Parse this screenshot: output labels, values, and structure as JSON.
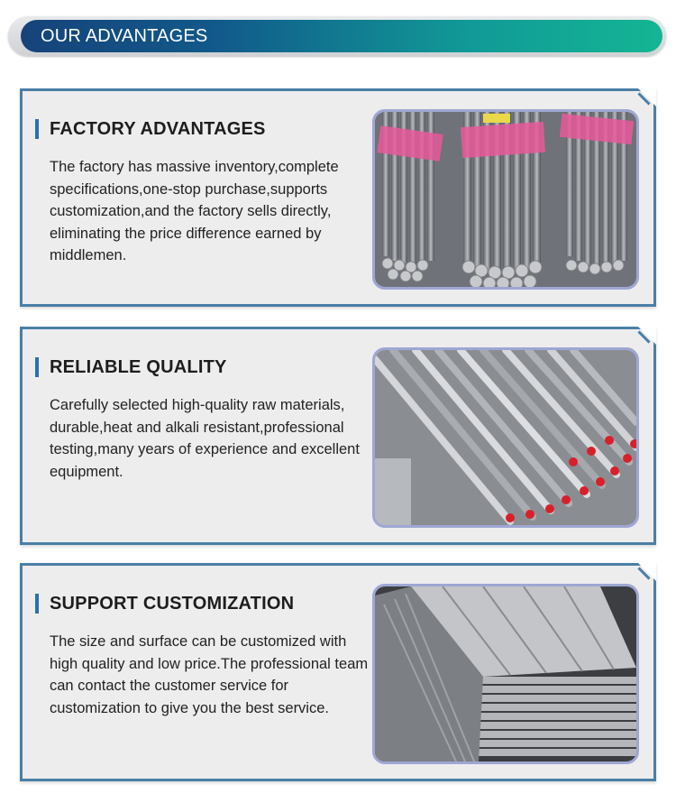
{
  "header": {
    "title": "OUR ADVANTAGES"
  },
  "cards": [
    {
      "title": "FACTORY ADVANTAGES",
      "text": "The factory has massive inventory,complete specifications,one-stop purchase,supports customization,and the factory sells directly, eliminating the price difference earned by middlemen.",
      "image": "steel-round-bar-bundles-photo"
    },
    {
      "title": "RELIABLE QUALITY",
      "text": "Carefully selected high-quality raw materials, durable,heat and alkali resistant,professional testing,many years of experience and excellent equipment.",
      "image": "steel-rods-red-caps-photo"
    },
    {
      "title": "SUPPORT CUSTOMIZATION",
      "text": "The size and surface can be customized with high quality and low price.The professional team can contact the customer service for customization to give you the best service.",
      "image": "steel-flat-bars-stack-photo"
    }
  ],
  "colors": {
    "banner_start": "#16437a",
    "banner_end": "#14b594",
    "card_border": "#4a7fa6",
    "heading_bar": "#2d6fb1",
    "card_bg": "#ededee"
  }
}
